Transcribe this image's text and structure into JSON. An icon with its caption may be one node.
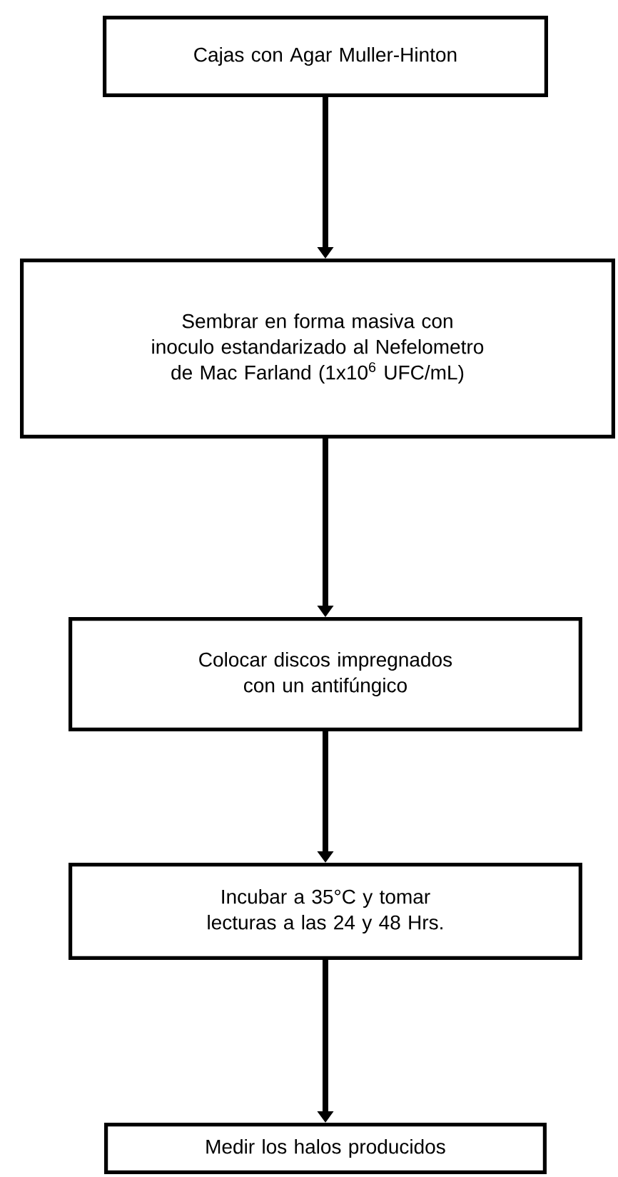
{
  "diagram": {
    "nodes": [
      {
        "text": [
          "Cajas con Agar Muller-Hinton"
        ]
      },
      {
        "text": [
          "Sembrar en forma masiva con inoculo estandarizado al Nefelometro de Mac Farland (1x10$^{6}$ UFC/mL)"
        ]
      },
      {
        "text": [
          "Colocar discos impregnados con un antifúngico"
        ]
      },
      {
        "text": [
          "Incubar a 35°C y tomar lecturas a las 24 y 48 Hrs."
        ]
      },
      {
        "text": [
          "Medir los halos producidos"
        ]
      }
    ],
    "edges": [
      {
        "from": 0,
        "to": 1,
        "arrow": "to"
      },
      {
        "from": 1,
        "to": 2,
        "arrow": "to"
      },
      {
        "from": 2,
        "to": 3,
        "arrow": "to"
      },
      {
        "from": 3,
        "to": 4,
        "arrow": "to"
      }
    ]
  }
}
